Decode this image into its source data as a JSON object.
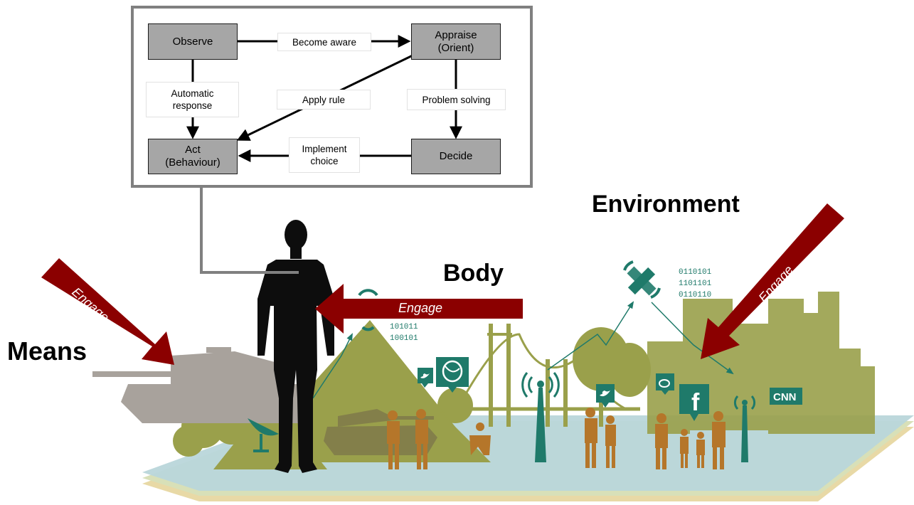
{
  "diagram": {
    "nodes": {
      "observe": "Observe",
      "appraise": "Appraise\n(Orient)",
      "act": "Act\n(Behaviour)",
      "decide": "Decide"
    },
    "edges": {
      "become_aware": "Become aware",
      "automatic_response": "Automatic\nresponse",
      "apply_rule": "Apply rule",
      "problem_solving": "Problem solving",
      "implement_choice": "Implement\nchoice"
    }
  },
  "labels": {
    "environment": "Environment",
    "body": "Body",
    "means": "Means"
  },
  "arrows": {
    "means": "Engage",
    "body": "Engage",
    "environment": "Engage"
  },
  "binary": {
    "right": [
      "0110101",
      "1101101",
      "0110110"
    ],
    "left": [
      "101011",
      "100101"
    ]
  },
  "icons": {
    "news": "CNN"
  },
  "colors": {
    "engage_arrow": "#8b0000",
    "city_olive": "#9aa04b",
    "people_ochre": "#b5762a",
    "icon_teal": "#1f7a6a",
    "tank_gray": "#a8a29c",
    "ground_blue": "#b9d6da"
  }
}
